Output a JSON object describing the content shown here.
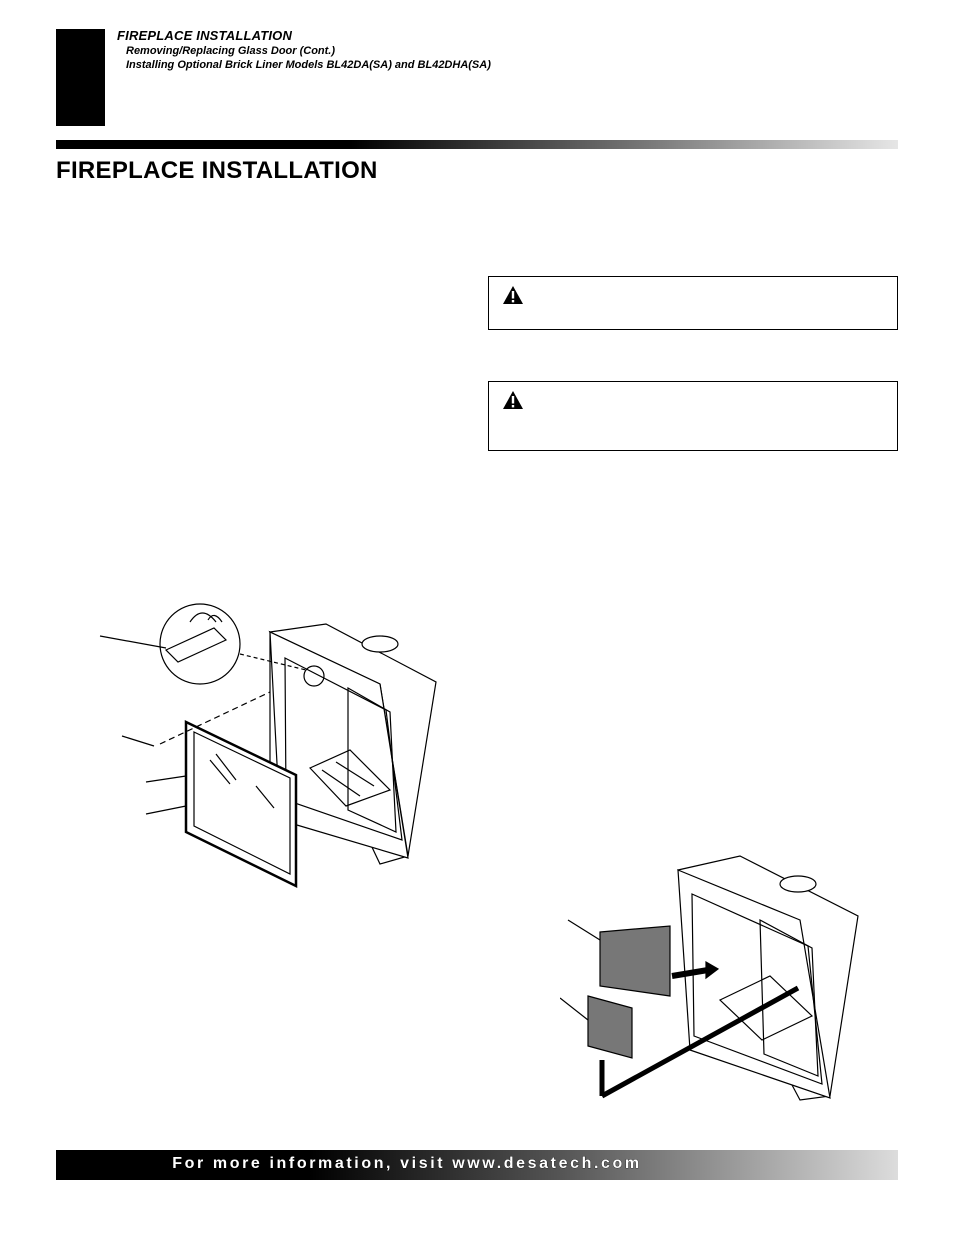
{
  "header": {
    "section_title": "FIREPLACE INSTALLATION",
    "subtopics": [
      "Removing/Replacing Glass Door (Cont.)",
      "Installing Optional Brick Liner Models BL42DA(SA) and BL42DHA(SA)"
    ]
  },
  "page_title": "FIREPLACE INSTALLATION",
  "icons": {
    "warning": "warning-triangle-icon"
  },
  "footer": {
    "text": "For more information, visit www.desatech.com"
  }
}
